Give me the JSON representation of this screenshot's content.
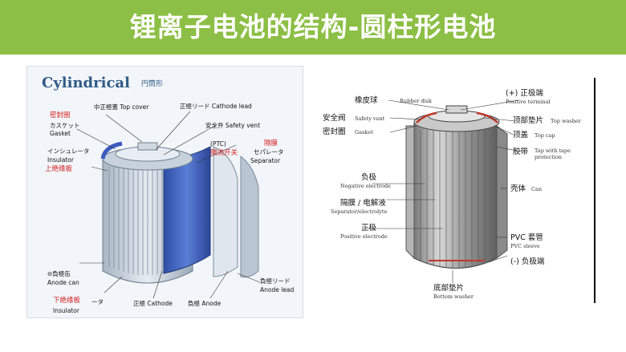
{
  "header": {
    "title": "锂离子电池的结构-圆柱形电池",
    "background_color": "#8cbf45"
  },
  "left_diagram": {
    "heading": "Cylindrical",
    "heading_sub": "円筒形",
    "labels": {
      "gasket_red": "密封圈",
      "gasket_jp": "カスケット",
      "gasket_en": "Gasket",
      "top_cover": "中正極蓋 Top cover",
      "cathode_lead": "正極リード Cathode lead",
      "safety_vent": "安全弁 Safety vent",
      "ptc": "(PTC)",
      "ptc_red": "隔流开关",
      "separator_red": "隔膜",
      "separator_jp": "セパレータ",
      "separator_en": "Separator",
      "insulator_jp": "インシュレータ",
      "insulator_en": "Insulator",
      "upper_insulator_red": "上绝缘板",
      "anode_can_jp": "⊖負極缶",
      "anode_can_en": "Anode can",
      "lower_insulator_red": "下绝缘板",
      "lower_insulator_jp": "ータ",
      "insulator_en_bottom": "Insulator",
      "cathode": "正極 Cathode",
      "anode": "負極 Anode",
      "anode_lead_jp": "負極リード",
      "anode_lead_en": "Anode lead"
    }
  },
  "right_diagram": {
    "labels": [
      {
        "zh": "橡皮球",
        "en": "Rubber disk",
        "side": "left"
      },
      {
        "zh": "安全阀",
        "en": "Safety vent",
        "side": "left"
      },
      {
        "zh": "密封圈",
        "en": "Gasket",
        "side": "left"
      },
      {
        "zh": "负极",
        "en": "Negative electrode",
        "side": "left"
      },
      {
        "zh": "隔膜 / 电解液",
        "en": "Separator/electrolyte",
        "side": "left"
      },
      {
        "zh": "正极",
        "en": "Positive electrode",
        "side": "left"
      },
      {
        "zh": "(+) 正极端",
        "en": "Positive terminal",
        "side": "right"
      },
      {
        "zh": "顶部垫片",
        "en": "Top washer",
        "side": "right"
      },
      {
        "zh": "顶盖",
        "en": "Top cap",
        "side": "right"
      },
      {
        "zh": "胶带",
        "en": "Tap with tape protection",
        "side": "right"
      },
      {
        "zh": "壳体",
        "en": "Can",
        "side": "right"
      },
      {
        "zh": "PVC 套管",
        "en": "PVC sleeve",
        "side": "right"
      },
      {
        "zh": "(-) 负极端",
        "en": "",
        "side": "right"
      },
      {
        "zh": "底部垫片",
        "en": "Bottom washer",
        "side": "bottom"
      }
    ]
  }
}
